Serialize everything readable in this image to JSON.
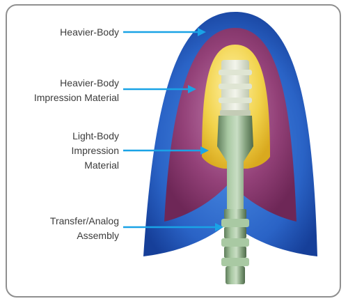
{
  "labels": [
    {
      "id": "heavier-body",
      "lines": [
        "Heavier-Body"
      ]
    },
    {
      "id": "heavier-body-impression",
      "lines": [
        "Heavier-Body",
        "Impression Material"
      ]
    },
    {
      "id": "light-body-impression",
      "lines": [
        "Light-Body",
        "Impression",
        "Material"
      ]
    },
    {
      "id": "transfer-analog",
      "lines": [
        "Transfer/Analog",
        "Assembly"
      ]
    }
  ],
  "colors": {
    "outer_shell": "#1f56b8",
    "middle_layer": "#7b2f63",
    "inner_layer": "#e8c63a",
    "metal_part": "#8fb48a",
    "arrow": "#1aa3e6",
    "text": "#3b3b3b",
    "border": "#8f8f8f"
  },
  "icons": [
    "arrow-right-icon"
  ]
}
